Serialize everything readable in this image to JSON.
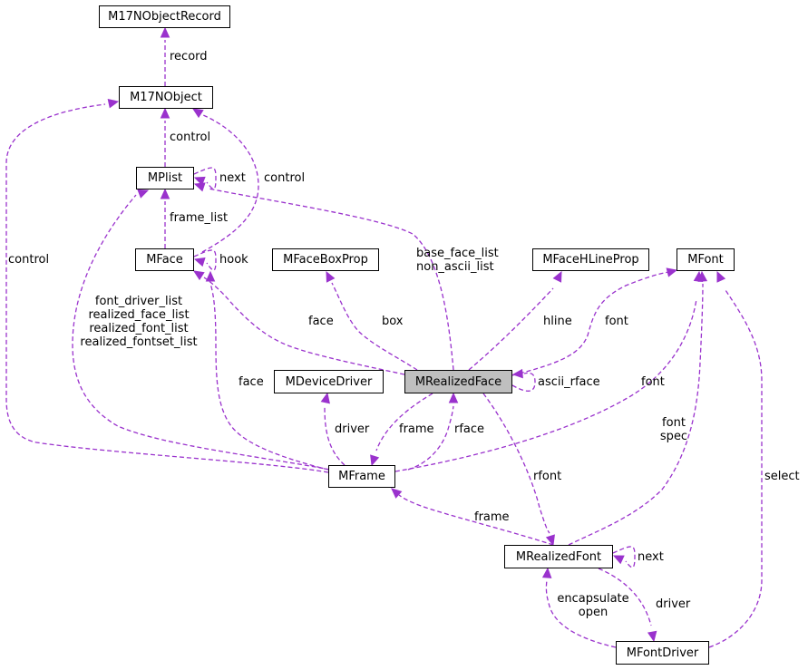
{
  "colors": {
    "edge": "#9a32cd",
    "focus_fill": "#bfbfbf",
    "node_border": "#000000"
  },
  "nodes": {
    "m17nobjectrecord": "M17NObjectRecord",
    "m17nobject": "M17NObject",
    "mplist": "MPlist",
    "mface": "MFace",
    "mfaceboxprop": "MFaceBoxProp",
    "mfacehlineprop": "MFaceHLineProp",
    "mfont": "MFont",
    "mdevicedriver": "MDeviceDriver",
    "mrealizedface": "MRealizedFace",
    "mframe": "MFrame",
    "mrealizedfont": "MRealizedFont",
    "mfontdriver": "MFontDriver"
  },
  "labels": {
    "record": "record",
    "control_1": "control",
    "control_2": "control",
    "control_3": "control",
    "next_plist": "next",
    "frame_list": "frame_list",
    "hook": "hook",
    "base_face_list": "base_face_list\nnon_ascii_list",
    "frame_lists": "font_driver_list\nrealized_face_list\nrealized_font_list\nrealized_fontset_list",
    "face_1": "face",
    "box": "box",
    "hline": "hline",
    "font_1": "font",
    "ascii_rface": "ascii_rface",
    "face_2": "face",
    "font_2": "font",
    "driver_1": "driver",
    "frame_1": "frame",
    "rface": "rface",
    "font_spec": "font\nspec",
    "rfont": "rfont",
    "select": "select",
    "frame_2": "frame",
    "next_font": "next",
    "encapsulate": "encapsulate\nopen",
    "driver_2": "driver"
  }
}
